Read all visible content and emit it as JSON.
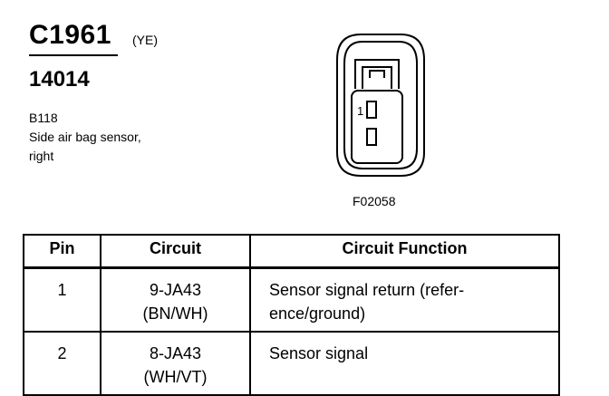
{
  "connector": {
    "id": "C1961",
    "color_code": "(YE)",
    "part_number": "14014",
    "description_lines": [
      "B118",
      "Side air bag sensor,",
      "right"
    ],
    "figure_code": "F02058",
    "pin_marker": "1"
  },
  "pin_table": {
    "headers": [
      "Pin",
      "Circuit",
      "Circuit Function"
    ],
    "rows": [
      {
        "pin": "1",
        "circuit_lines": [
          "9-JA43",
          "(BN/WH)"
        ],
        "function_lines": [
          "Sensor signal return (refer-",
          "ence/ground)"
        ]
      },
      {
        "pin": "2",
        "circuit_lines": [
          "8-JA43",
          "(WH/VT)"
        ],
        "function_lines": [
          "Sensor signal"
        ]
      }
    ]
  }
}
